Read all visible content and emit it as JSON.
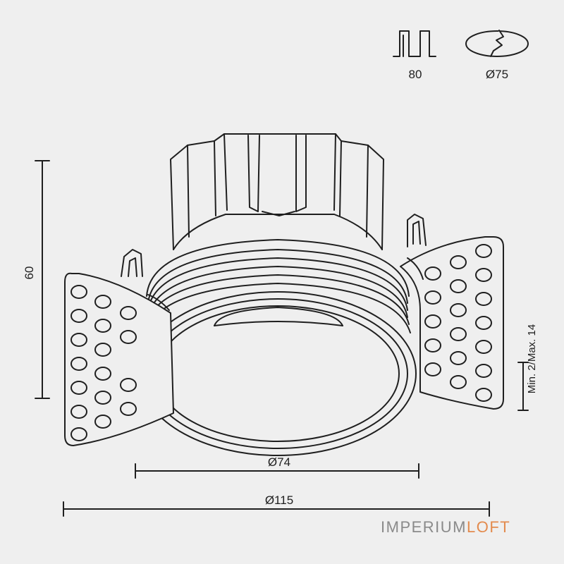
{
  "icons": {
    "cutout_depth_value": "80",
    "cutout_diameter_value": "Ø75"
  },
  "dimensions": {
    "height": "60",
    "inner_diameter": "Ø74",
    "outer_diameter": "Ø115",
    "ceiling_thickness": "Min. 2/Max. 14"
  },
  "brand": {
    "part1": "IMPERIUM",
    "part2": "LOFT",
    "color_main": "#8a8a8a",
    "color_accent": "#e38b4e"
  },
  "colors": {
    "line": "#1f1f1f",
    "background": "#efefef"
  }
}
